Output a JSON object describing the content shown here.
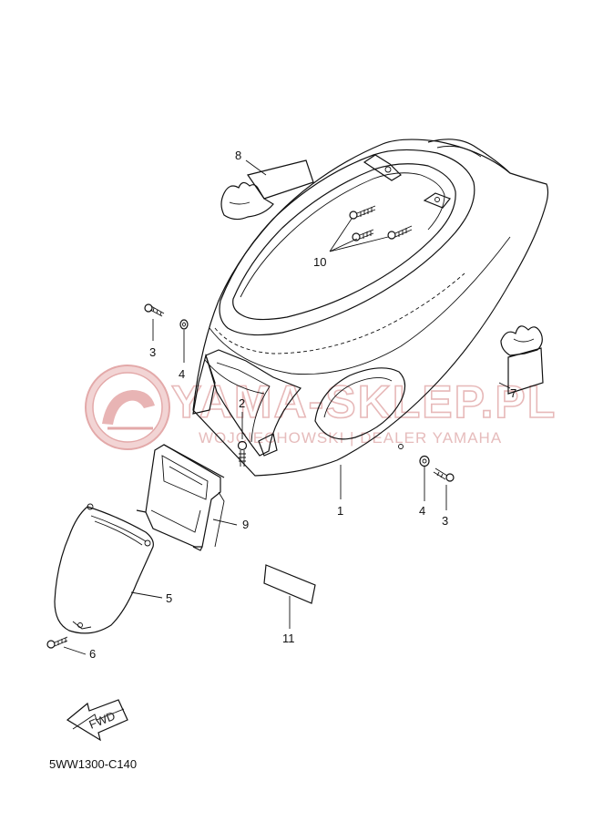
{
  "watermark": {
    "brand": "YAMA-SKLEP.PL",
    "tagline": "WOJCIECHOWSKI | DEALER YAMAHA",
    "color": "#e8b4b4"
  },
  "callouts": [
    {
      "id": "c1",
      "label": "1"
    },
    {
      "id": "c2",
      "label": "2"
    },
    {
      "id": "c3a",
      "label": "3"
    },
    {
      "id": "c3b",
      "label": "3"
    },
    {
      "id": "c4a",
      "label": "4"
    },
    {
      "id": "c4b",
      "label": "4"
    },
    {
      "id": "c5",
      "label": "5"
    },
    {
      "id": "c6",
      "label": "6"
    },
    {
      "id": "c7",
      "label": "7"
    },
    {
      "id": "c8",
      "label": "8"
    },
    {
      "id": "c9",
      "label": "9"
    },
    {
      "id": "c10",
      "label": "10"
    },
    {
      "id": "c11",
      "label": "11"
    }
  ],
  "direction_marker": "FWD",
  "diagram_code": "5WW1300-C140"
}
